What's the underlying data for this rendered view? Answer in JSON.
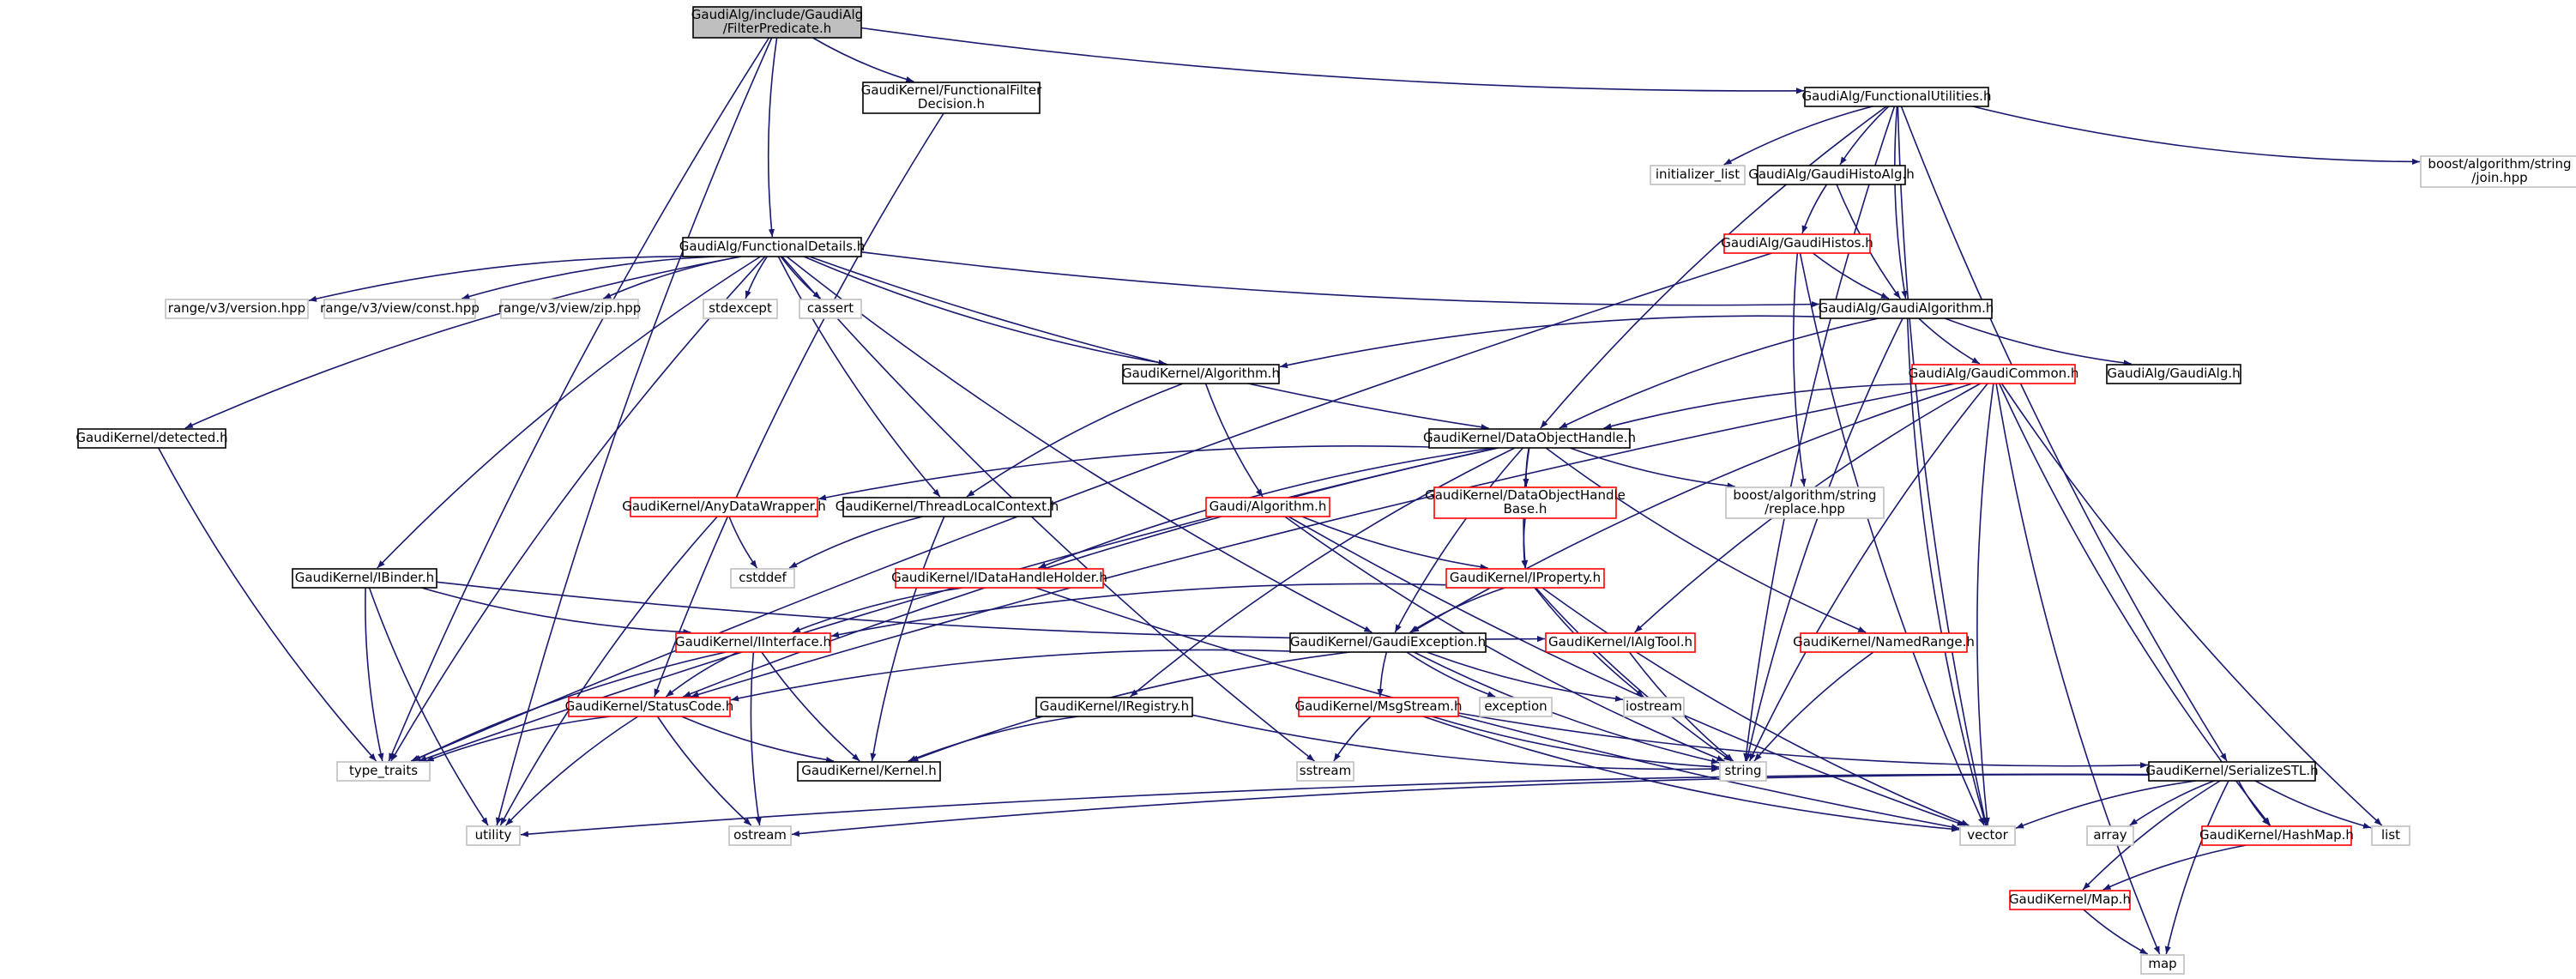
{
  "colors": {
    "edge": "#191970",
    "box_normal": "#000000",
    "box_highlight": "#ff0000",
    "box_external": "#bfbfbf",
    "root_fill": "#bfbfbf",
    "text": "#000000"
  },
  "nodes": [
    {
      "id": "root",
      "lines": [
        "GaudiAlg/include/GaudiAlg",
        "/FilterPredicate.h"
      ],
      "style": "root"
    },
    {
      "id": "ffdec",
      "lines": [
        "GaudiKernel/FunctionalFilter",
        "Decision.h"
      ],
      "style": "normal"
    },
    {
      "id": "futil",
      "lines": [
        "GaudiAlg/FunctionalUtilities.h"
      ],
      "style": "normal"
    },
    {
      "id": "fdet",
      "lines": [
        "GaudiAlg/FunctionalDetails.h"
      ],
      "style": "normal"
    },
    {
      "id": "initlist",
      "lines": [
        "initializer_list"
      ],
      "style": "external"
    },
    {
      "id": "ghistoalg",
      "lines": [
        "GaudiAlg/GaudiHistoAlg.h"
      ],
      "style": "normal"
    },
    {
      "id": "boostjoin",
      "lines": [
        "boost/algorithm/string",
        "/join.hpp"
      ],
      "style": "external"
    },
    {
      "id": "ghistos",
      "lines": [
        "GaudiAlg/GaudiHistos.h"
      ],
      "style": "highlight"
    },
    {
      "id": "galgo",
      "lines": [
        "GaudiAlg/GaudiAlgorithm.h"
      ],
      "style": "normal"
    },
    {
      "id": "rversion",
      "lines": [
        "range/v3/version.hpp"
      ],
      "style": "external"
    },
    {
      "id": "rconst",
      "lines": [
        "range/v3/view/const.hpp"
      ],
      "style": "external"
    },
    {
      "id": "rzip",
      "lines": [
        "range/v3/view/zip.hpp"
      ],
      "style": "external"
    },
    {
      "id": "stdexcept",
      "lines": [
        "stdexcept"
      ],
      "style": "external"
    },
    {
      "id": "cassert",
      "lines": [
        "cassert"
      ],
      "style": "external"
    },
    {
      "id": "kalgo",
      "lines": [
        "GaudiKernel/Algorithm.h"
      ],
      "style": "normal"
    },
    {
      "id": "gcommon",
      "lines": [
        "GaudiAlg/GaudiCommon.h"
      ],
      "style": "highlight"
    },
    {
      "id": "galg",
      "lines": [
        "GaudiAlg/GaudiAlg.h"
      ],
      "style": "normal"
    },
    {
      "id": "detected",
      "lines": [
        "GaudiKernel/detected.h"
      ],
      "style": "normal"
    },
    {
      "id": "dohandle",
      "lines": [
        "GaudiKernel/DataObjectHandle.h"
      ],
      "style": "normal"
    },
    {
      "id": "anydata",
      "lines": [
        "GaudiKernel/AnyDataWrapper.h"
      ],
      "style": "highlight"
    },
    {
      "id": "tlc",
      "lines": [
        "GaudiKernel/ThreadLocalContext.h"
      ],
      "style": "normal"
    },
    {
      "id": "gaudialgorithm",
      "lines": [
        "Gaudi/Algorithm.h"
      ],
      "style": "highlight"
    },
    {
      "id": "dohbase",
      "lines": [
        "GaudiKernel/DataObjectHandle",
        "Base.h"
      ],
      "style": "highlight"
    },
    {
      "id": "boostreplace",
      "lines": [
        "boost/algorithm/string",
        "/replace.hpp"
      ],
      "style": "external"
    },
    {
      "id": "cstddef",
      "lines": [
        "cstddef"
      ],
      "style": "external"
    },
    {
      "id": "ibinder",
      "lines": [
        "GaudiKernel/IBinder.h"
      ],
      "style": "normal"
    },
    {
      "id": "idhh",
      "lines": [
        "GaudiKernel/IDataHandleHolder.h"
      ],
      "style": "highlight"
    },
    {
      "id": "iprop",
      "lines": [
        "GaudiKernel/IProperty.h"
      ],
      "style": "highlight"
    },
    {
      "id": "iint",
      "lines": [
        "GaudiKernel/IInterface.h"
      ],
      "style": "highlight"
    },
    {
      "id": "gexc",
      "lines": [
        "GaudiKernel/GaudiException.h"
      ],
      "style": "normal"
    },
    {
      "id": "ialgtool",
      "lines": [
        "GaudiKernel/IAlgTool.h"
      ],
      "style": "highlight"
    },
    {
      "id": "namedrange",
      "lines": [
        "GaudiKernel/NamedRange.h"
      ],
      "style": "highlight"
    },
    {
      "id": "status",
      "lines": [
        "GaudiKernel/StatusCode.h"
      ],
      "style": "highlight"
    },
    {
      "id": "iregistry",
      "lines": [
        "GaudiKernel/IRegistry.h"
      ],
      "style": "normal"
    },
    {
      "id": "msgstream",
      "lines": [
        "GaudiKernel/MsgStream.h"
      ],
      "style": "highlight"
    },
    {
      "id": "exception",
      "lines": [
        "exception"
      ],
      "style": "external"
    },
    {
      "id": "iostream",
      "lines": [
        "iostream"
      ],
      "style": "external"
    },
    {
      "id": "typetraits",
      "lines": [
        "type_traits"
      ],
      "style": "external"
    },
    {
      "id": "kernel",
      "lines": [
        "GaudiKernel/Kernel.h"
      ],
      "style": "normal"
    },
    {
      "id": "sstream",
      "lines": [
        "sstream"
      ],
      "style": "external"
    },
    {
      "id": "string",
      "lines": [
        "string"
      ],
      "style": "external"
    },
    {
      "id": "serstl",
      "lines": [
        "GaudiKernel/SerializeSTL.h"
      ],
      "style": "normal"
    },
    {
      "id": "utility",
      "lines": [
        "utility"
      ],
      "style": "external"
    },
    {
      "id": "ostream",
      "lines": [
        "ostream"
      ],
      "style": "external"
    },
    {
      "id": "vector",
      "lines": [
        "vector"
      ],
      "style": "external"
    },
    {
      "id": "array",
      "lines": [
        "array"
      ],
      "style": "external"
    },
    {
      "id": "hashmap",
      "lines": [
        "GaudiKernel/HashMap.h"
      ],
      "style": "highlight"
    },
    {
      "id": "list",
      "lines": [
        "list"
      ],
      "style": "external"
    },
    {
      "id": "kmap",
      "lines": [
        "GaudiKernel/Map.h"
      ],
      "style": "highlight"
    },
    {
      "id": "map",
      "lines": [
        "map"
      ],
      "style": "external"
    }
  ],
  "edges": [
    [
      "root",
      "ffdec"
    ],
    [
      "root",
      "futil"
    ],
    [
      "root",
      "fdet"
    ],
    [
      "root",
      "utility"
    ],
    [
      "root",
      "typetraits"
    ],
    [
      "ffdec",
      "status"
    ],
    [
      "futil",
      "initlist"
    ],
    [
      "futil",
      "ghistoalg"
    ],
    [
      "futil",
      "galgo"
    ],
    [
      "futil",
      "boostjoin"
    ],
    [
      "futil",
      "dohandle"
    ],
    [
      "futil",
      "string"
    ],
    [
      "futil",
      "vector"
    ],
    [
      "futil",
      "serstl"
    ],
    [
      "ghistoalg",
      "ghistos"
    ],
    [
      "ghistoalg",
      "galgo"
    ],
    [
      "ghistos",
      "galgo"
    ],
    [
      "ghistos",
      "boostreplace"
    ],
    [
      "ghistos",
      "vector"
    ],
    [
      "ghistos",
      "typetraits"
    ],
    [
      "fdet",
      "rversion"
    ],
    [
      "fdet",
      "rconst"
    ],
    [
      "fdet",
      "rzip"
    ],
    [
      "fdet",
      "stdexcept"
    ],
    [
      "fdet",
      "cassert"
    ],
    [
      "fdet",
      "detected"
    ],
    [
      "fdet",
      "ibinder"
    ],
    [
      "fdet",
      "typetraits"
    ],
    [
      "fdet",
      "galgo"
    ],
    [
      "fdet",
      "kalgo"
    ],
    [
      "fdet",
      "dohandle"
    ],
    [
      "fdet",
      "tlc"
    ],
    [
      "fdet",
      "gexc"
    ],
    [
      "fdet",
      "sstream"
    ],
    [
      "galgo",
      "kalgo"
    ],
    [
      "galgo",
      "gcommon"
    ],
    [
      "galgo",
      "galg"
    ],
    [
      "galgo",
      "dohandle"
    ],
    [
      "galgo",
      "string"
    ],
    [
      "galgo",
      "vector"
    ],
    [
      "kalgo",
      "gaudialgorithm"
    ],
    [
      "kalgo",
      "tlc"
    ],
    [
      "gcommon",
      "dohandle"
    ],
    [
      "gcommon",
      "ialgtool"
    ],
    [
      "gcommon",
      "gexc"
    ],
    [
      "gcommon",
      "string"
    ],
    [
      "gcommon",
      "vector"
    ],
    [
      "gcommon",
      "list"
    ],
    [
      "gcommon",
      "map"
    ],
    [
      "gcommon",
      "hashmap"
    ],
    [
      "gcommon",
      "status"
    ],
    [
      "detected",
      "typetraits"
    ],
    [
      "dohandle",
      "anydata"
    ],
    [
      "dohandle",
      "idhh"
    ],
    [
      "dohandle",
      "dohbase"
    ],
    [
      "dohandle",
      "iprop"
    ],
    [
      "dohandle",
      "boostreplace"
    ],
    [
      "dohandle",
      "namedrange"
    ],
    [
      "dohandle",
      "iregistry"
    ],
    [
      "dohandle",
      "gexc"
    ],
    [
      "dohandle",
      "status"
    ],
    [
      "dohandle",
      "typetraits"
    ],
    [
      "anydata",
      "cstddef"
    ],
    [
      "anydata",
      "utility"
    ],
    [
      "tlc",
      "cstddef"
    ],
    [
      "tlc",
      "kernel"
    ],
    [
      "gaudialgorithm",
      "iprop"
    ],
    [
      "gaudialgorithm",
      "string"
    ],
    [
      "gaudialgorithm",
      "vector"
    ],
    [
      "dohbase",
      "iprop"
    ],
    [
      "ibinder",
      "iint"
    ],
    [
      "ibinder",
      "ialgtool"
    ],
    [
      "ibinder",
      "typetraits"
    ],
    [
      "ibinder",
      "utility"
    ],
    [
      "idhh",
      "iint"
    ],
    [
      "idhh",
      "vector"
    ],
    [
      "iprop",
      "iint"
    ],
    [
      "iprop",
      "gexc"
    ],
    [
      "iprop",
      "string"
    ],
    [
      "iprop",
      "vector"
    ],
    [
      "iprop",
      "iostream"
    ],
    [
      "iint",
      "status"
    ],
    [
      "iint",
      "kernel"
    ],
    [
      "iint",
      "ostream"
    ],
    [
      "iint",
      "typetraits"
    ],
    [
      "gexc",
      "status"
    ],
    [
      "gexc",
      "kernel"
    ],
    [
      "gexc",
      "msgstream"
    ],
    [
      "gexc",
      "exception"
    ],
    [
      "gexc",
      "iostream"
    ],
    [
      "gexc",
      "string"
    ],
    [
      "ialgtool",
      "string"
    ],
    [
      "namedrange",
      "string"
    ],
    [
      "status",
      "kernel"
    ],
    [
      "status",
      "ostream"
    ],
    [
      "status",
      "utility"
    ],
    [
      "status",
      "typetraits"
    ],
    [
      "iregistry",
      "kernel"
    ],
    [
      "iregistry",
      "string"
    ],
    [
      "msgstream",
      "sstream"
    ],
    [
      "msgstream",
      "string"
    ],
    [
      "msgstream",
      "vector"
    ],
    [
      "msgstream",
      "serstl"
    ],
    [
      "serstl",
      "vector"
    ],
    [
      "serstl",
      "array"
    ],
    [
      "serstl",
      "list"
    ],
    [
      "serstl",
      "map"
    ],
    [
      "serstl",
      "hashmap"
    ],
    [
      "serstl",
      "kmap"
    ],
    [
      "serstl",
      "ostream"
    ],
    [
      "serstl",
      "utility"
    ],
    [
      "hashmap",
      "kmap"
    ],
    [
      "kmap",
      "map"
    ]
  ]
}
